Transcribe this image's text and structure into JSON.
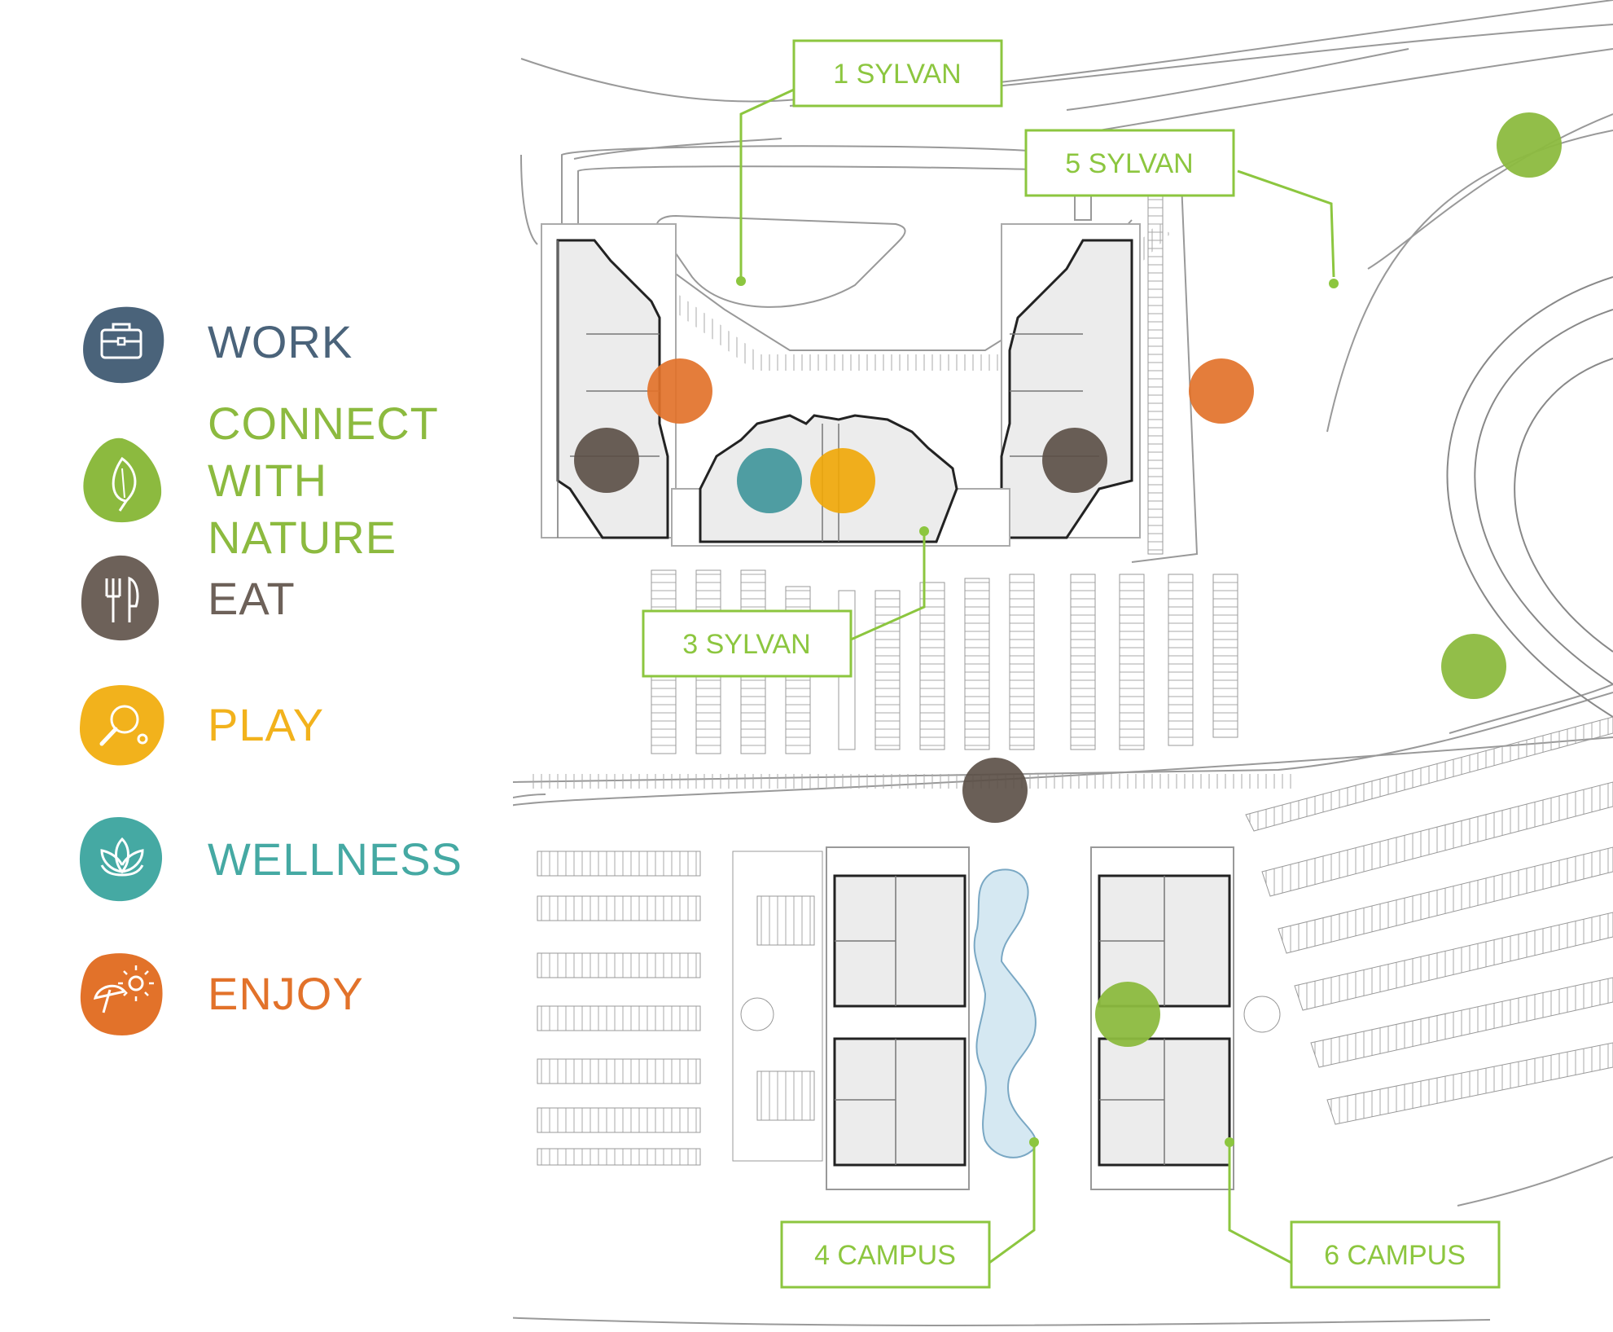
{
  "legend": {
    "items": [
      {
        "label": "WORK",
        "color": "#4a637a",
        "icon": "briefcase-icon"
      },
      {
        "label": "CONNECT\nWITH NATURE",
        "color": "#8cba3f",
        "icon": "leaf-icon"
      },
      {
        "label": "EAT",
        "color": "#6d6159",
        "icon": "fork-knife-icon"
      },
      {
        "label": "PLAY",
        "color": "#f2b21c",
        "icon": "ping-pong-icon"
      },
      {
        "label": "WELLNESS",
        "color": "#45a9a3",
        "icon": "lotus-icon"
      },
      {
        "label": "ENJOY",
        "color": "#e2722a",
        "icon": "umbrella-sun-icon"
      }
    ]
  },
  "map": {
    "buildings": [
      {
        "name": "1 SYLVAN"
      },
      {
        "name": "5 SYLVAN"
      },
      {
        "name": "3 SYLVAN"
      },
      {
        "name": "4 CAMPUS"
      },
      {
        "name": "6 CAMPUS"
      }
    ],
    "label_color": "#8cc63f"
  }
}
